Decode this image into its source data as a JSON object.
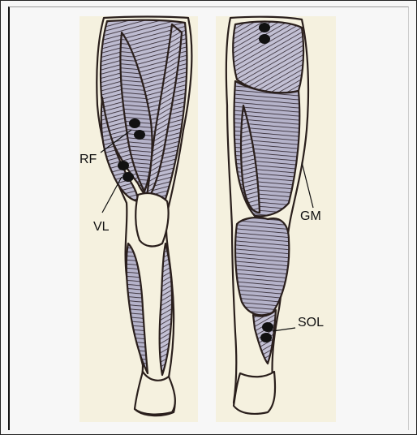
{
  "labels": {
    "rf": "RF",
    "vl": "VL",
    "gm": "GM",
    "sol": "SOL"
  },
  "colors": {
    "muscle_fill": "#b8b6cc",
    "outline": "#2a1f1c",
    "skin": "#f5f1df",
    "electrode": "#111111"
  }
}
